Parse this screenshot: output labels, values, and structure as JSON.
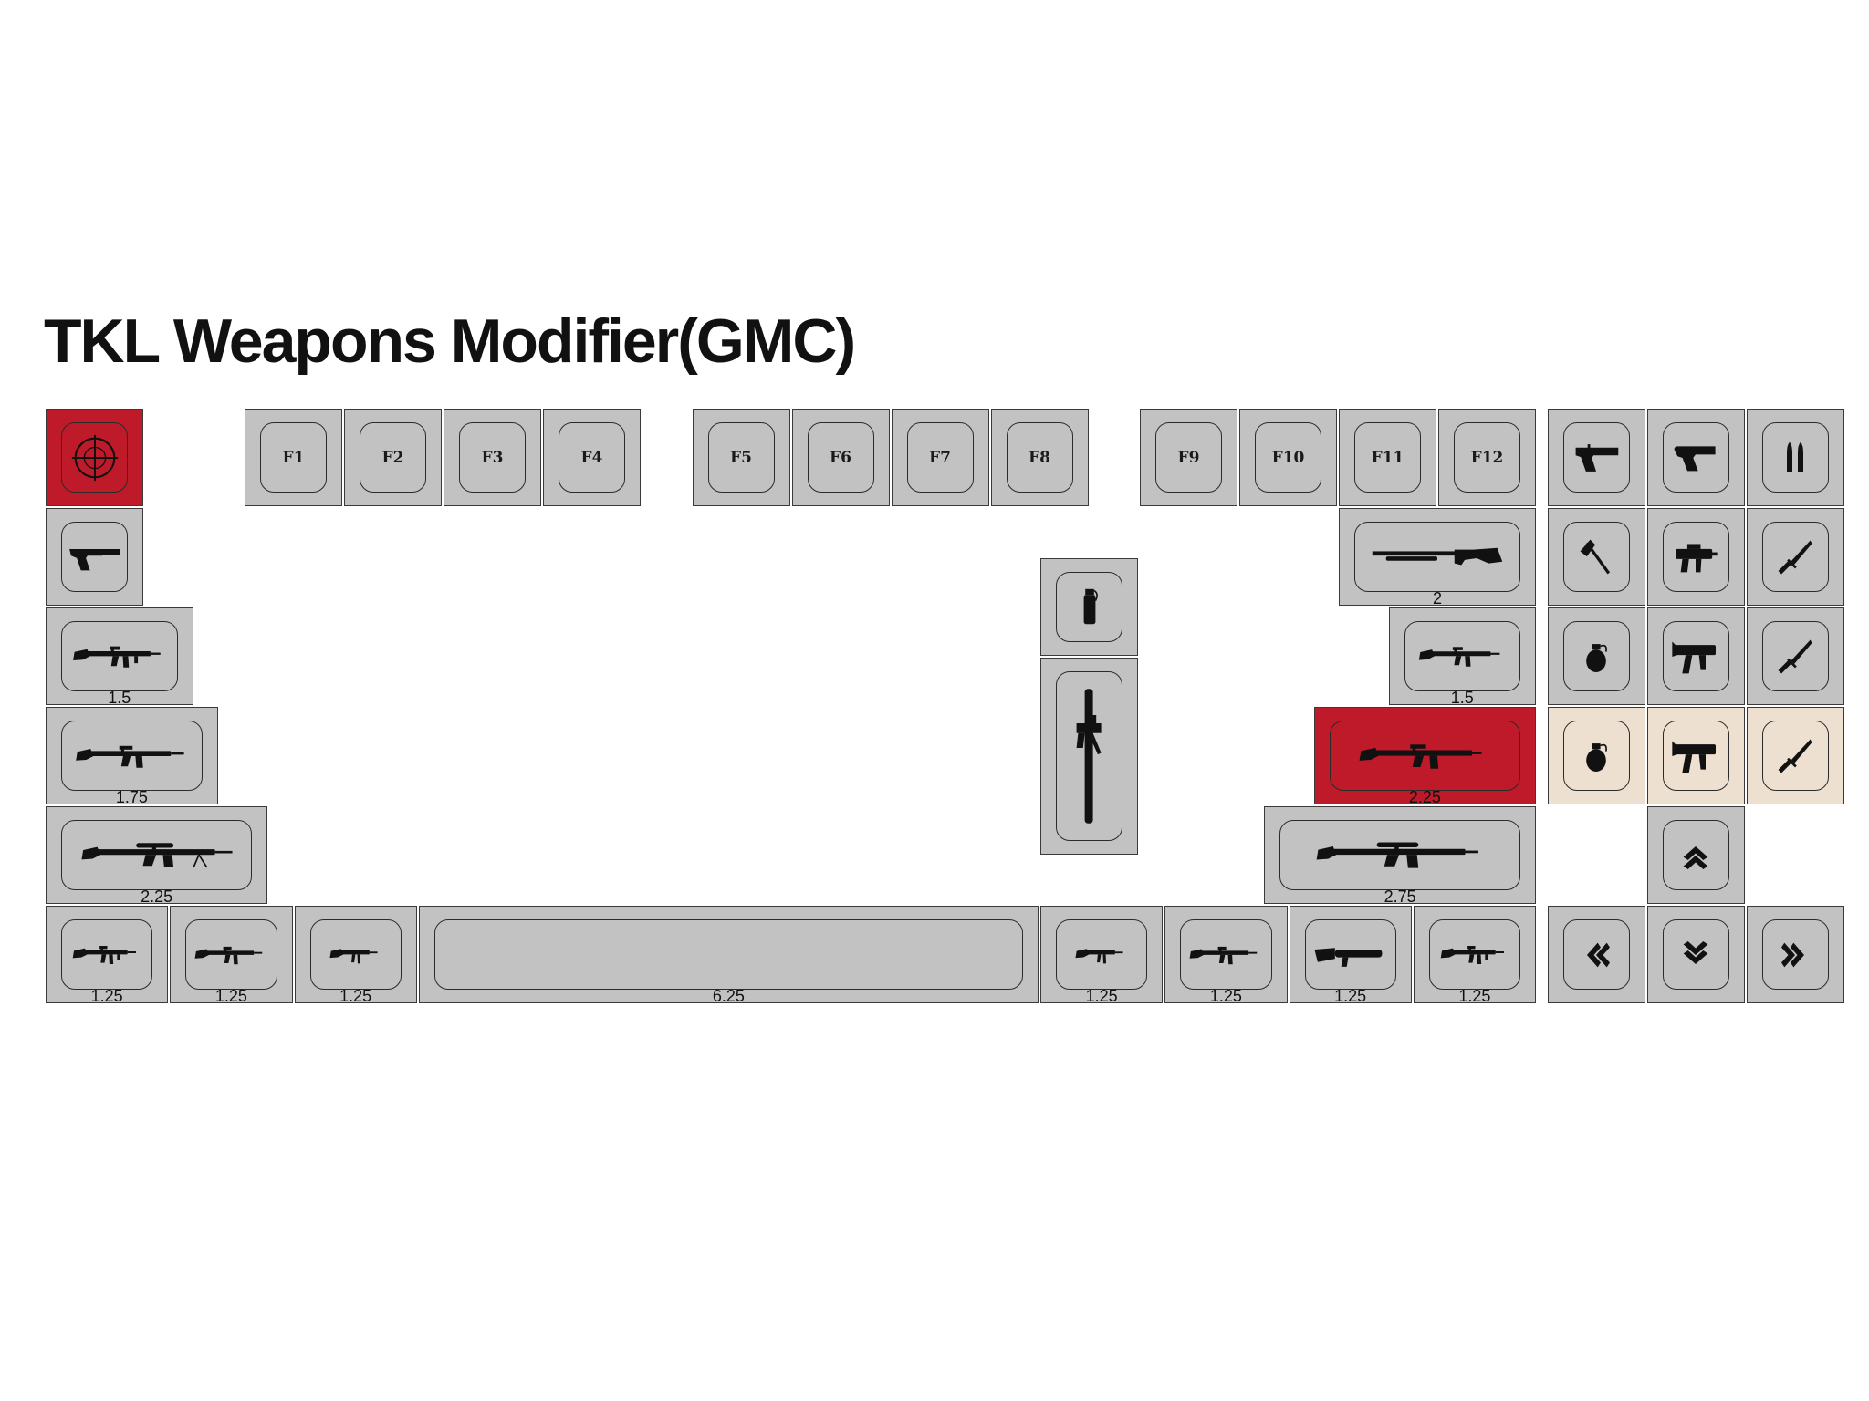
{
  "title": "TKL Weapons Modifier(GMC)",
  "colors": {
    "key_gray": "#c2c2c2",
    "key_red": "#be1a2a",
    "key_cream": "#ede0d0",
    "outline": "#3a3a3a"
  },
  "keys": {
    "esc": {
      "icon": "crosshair-icon",
      "color": "red"
    },
    "f1": {
      "label": "F1"
    },
    "f2": {
      "label": "F2"
    },
    "f3": {
      "label": "F3"
    },
    "f4": {
      "label": "F4"
    },
    "f5": {
      "label": "F5"
    },
    "f6": {
      "label": "F6"
    },
    "f7": {
      "label": "F7"
    },
    "f8": {
      "label": "F8"
    },
    "f9": {
      "label": "F9"
    },
    "f10": {
      "label": "F10"
    },
    "f11": {
      "label": "F11"
    },
    "f12": {
      "label": "F12"
    },
    "prtsc": {
      "icon": "pistol-icon"
    },
    "scrlk": {
      "icon": "handgun-icon"
    },
    "pause": {
      "icon": "bullets-icon"
    },
    "grave": {
      "icon": "pistol-silencer-icon"
    },
    "backspace": {
      "icon": "shotgun-icon",
      "size": "2"
    },
    "ins": {
      "icon": "axe-icon"
    },
    "home": {
      "icon": "smg-icon"
    },
    "pgup": {
      "icon": "combat-knife-icon"
    },
    "tab": {
      "icon": "assault-rifle-icon",
      "size": "1.5"
    },
    "backslash": {
      "icon": "carbine-icon",
      "size": "1.5"
    },
    "del": {
      "icon": "grenade-icon"
    },
    "end": {
      "icon": "submachine-gun-icon"
    },
    "pgdn": {
      "icon": "combat-knife-icon"
    },
    "caps": {
      "icon": "battle-rifle-icon",
      "size": "1.75"
    },
    "enter": {
      "icon": "m16-rifle-icon",
      "size": "2.25",
      "color": "red"
    },
    "extra1": {
      "icon": "grenade-icon",
      "color": "cream"
    },
    "extra2": {
      "icon": "submachine-gun-icon",
      "color": "cream"
    },
    "extra3": {
      "icon": "combat-knife-icon",
      "color": "cream"
    },
    "lshift": {
      "icon": "sniper-machine-gun-icon",
      "size": "2.25"
    },
    "rshift": {
      "icon": "sniper-rifle-icon",
      "size": "2.75"
    },
    "up": {
      "icon": "chevron-up-icon"
    },
    "mid1": {
      "icon": "smoke-grenade-icon"
    },
    "mid2": {
      "icon": "rocket-launcher-icon"
    },
    "lctrl": {
      "icon": "tactical-rifle-icon",
      "size": "1.25"
    },
    "lwin": {
      "icon": "m4-rifle-icon",
      "size": "1.25"
    },
    "lalt": {
      "icon": "mp5-icon",
      "size": "1.25"
    },
    "space": {
      "size": "6.25"
    },
    "ralt": {
      "icon": "mp5-icon",
      "size": "1.25"
    },
    "rwin": {
      "icon": "m4-rifle-icon",
      "size": "1.25"
    },
    "menu": {
      "icon": "grenade-launcher-icon",
      "size": "1.25"
    },
    "rctrl": {
      "icon": "tactical-rifle-icon",
      "size": "1.25"
    },
    "left": {
      "icon": "chevron-left-icon"
    },
    "down": {
      "icon": "chevron-down-icon"
    },
    "right": {
      "icon": "chevron-right-icon"
    }
  }
}
